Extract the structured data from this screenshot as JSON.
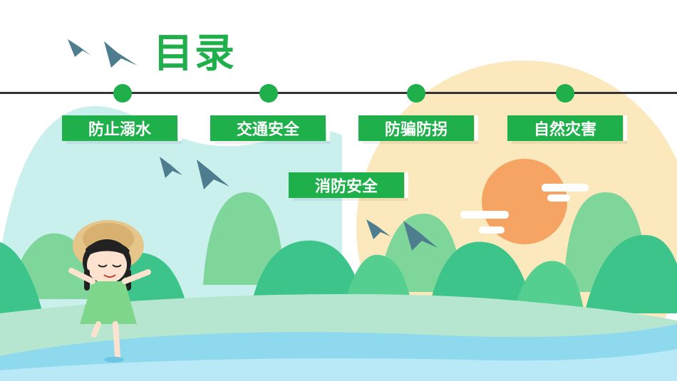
{
  "title": "目录",
  "menu": {
    "items": [
      {
        "label": "防止溺水"
      },
      {
        "label": "交通安全"
      },
      {
        "label": "防骗防拐"
      },
      {
        "label": "自然灾害"
      },
      {
        "label": "消防安全"
      }
    ]
  },
  "colors": {
    "accent": "#1fb04c",
    "line": "#333333",
    "sun": "#f5a463",
    "sun_glow": "#fbe9bd",
    "sky": "#c9f0ec",
    "hill_dark": "#3cc48a",
    "hill_light": "#7fd69a",
    "water": "#8fd9ef"
  }
}
